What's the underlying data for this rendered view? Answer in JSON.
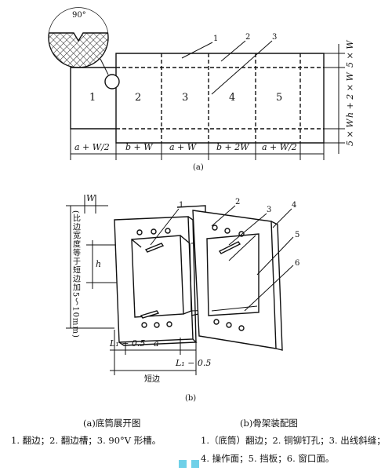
{
  "figure_a": {
    "angle_label": "90°",
    "panels": [
      "1",
      "2",
      "3",
      "4",
      "5"
    ],
    "callouts": [
      "1",
      "2",
      "3"
    ],
    "dims_bottom": {
      "d1": "a + W/2",
      "d2": "b + W",
      "d3": "a + W",
      "d4": "b + 2W",
      "d5": "a + W/2"
    },
    "dims_right": {
      "top": "5 × W",
      "middle": "h + 2 × W",
      "bottom": "5 × W"
    },
    "sub_label": "(a)"
  },
  "figure_b": {
    "dim_w": "W",
    "left_vertical_text": "(比边宽度等于短边加5～10mm)",
    "h_label": "h",
    "callouts": [
      "1",
      "2",
      "3",
      "4",
      "5",
      "6"
    ],
    "dims_bottom": {
      "l1": "L₁ − 0.5",
      "l2": "a",
      "l3": "L₁ − 0.5",
      "long": "短边"
    },
    "sub_label": "(b)"
  },
  "captions": {
    "title_a": "(a)底筒展开图",
    "title_b": "(b)骨架装配图",
    "legend_a": "1. 翻边；2. 翻边槽；3. 90°V 形槽。",
    "legend_b_1": "1.（底筒）翻边；2. 铜铆钉孔；3. 出线斜缝；",
    "legend_b_2": "4. 操作面；5. 挡板；6. 窗口面。"
  }
}
